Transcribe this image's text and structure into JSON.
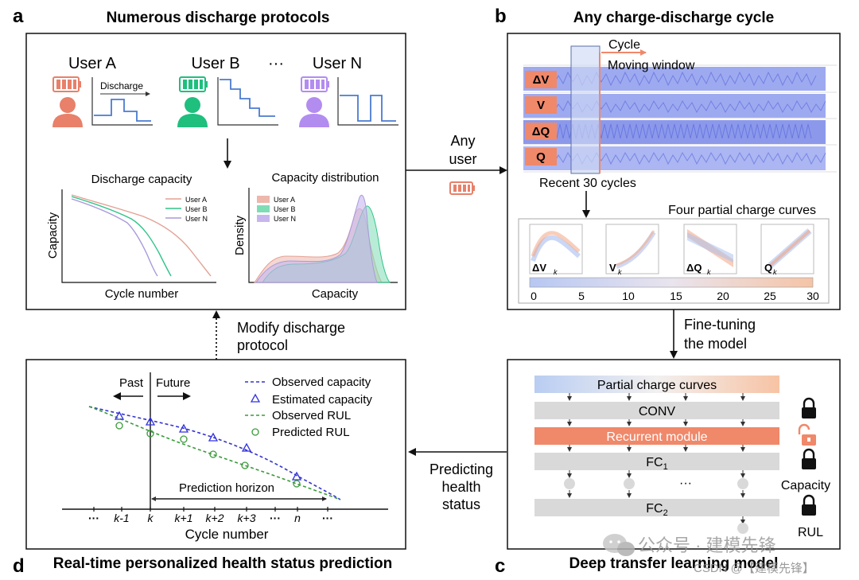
{
  "panels": {
    "a": {
      "letter": "a",
      "title": "Numerous discharge protocols"
    },
    "b": {
      "letter": "b",
      "title": "Any charge-discharge cycle"
    },
    "c": {
      "letter": "c",
      "title": "Deep transfer learning model"
    },
    "d": {
      "letter": "d",
      "title": "Real-time personalized health status prediction"
    }
  },
  "users": [
    {
      "name": "User A",
      "color": "#E8806A"
    },
    {
      "name": "User B",
      "color": "#1FBF7E"
    },
    {
      "name": "User N",
      "color": "#B38CF0"
    }
  ],
  "user_ellipsis": "···",
  "discharge_label": "Discharge",
  "flow_labels": {
    "any_user": [
      "Any",
      "user"
    ],
    "fine_tuning": [
      "Fine-tuning",
      "the model"
    ],
    "predicting": [
      "Predicting",
      "health",
      "status"
    ],
    "modify": [
      "Modify discharge",
      "protocol"
    ]
  },
  "discharge_capacity_chart": {
    "title": "Discharge capacity",
    "xlabel": "Cycle number",
    "ylabel": "Capacity",
    "legend": [
      "User A",
      "User B",
      "User N"
    ]
  },
  "capacity_distribution_chart": {
    "title": "Capacity distribution",
    "xlabel": "Capacity",
    "ylabel": "Density",
    "legend": [
      "User A",
      "User B",
      "User N"
    ]
  },
  "cycle_panel": {
    "cycle_label": "Cycle",
    "window_label": "Moving window",
    "features": [
      "ΔV",
      "V",
      "ΔQ",
      "Q"
    ],
    "recent_label": "Recent 30 cycles",
    "four_curves_label": "Four partial charge curves",
    "curve_labels": [
      "ΔV",
      "V",
      "ΔQ",
      "Q"
    ],
    "curve_subscript": "k",
    "colorbar_ticks": [
      "0",
      "5",
      "10",
      "15",
      "20",
      "25",
      "30"
    ]
  },
  "model": {
    "partial_label": "Partial charge curves",
    "conv_label": "CONV",
    "recurrent_label": "Recurrent  module",
    "fc1_label": "FC",
    "fc1_sub": "1",
    "fc2_label": "FC",
    "fc2_sub": "2",
    "dots": "···",
    "capacity_label": "Capacity",
    "rul_label": "RUL",
    "lock_states": [
      "locked",
      "unlocked",
      "locked",
      "locked"
    ]
  },
  "prediction_chart": {
    "past_label": "Past",
    "future_label": "Future",
    "legend": [
      "Observed capacity",
      "Estimated capacity",
      "Observed RUL",
      "Predicted RUL"
    ],
    "horizon_label": "Prediction horizon",
    "xlabel": "Cycle number",
    "ticks": [
      "···",
      "k-1",
      "k",
      "k+1",
      "k+2",
      "k+3",
      "···",
      "n",
      "···"
    ]
  },
  "watermark": {
    "text": "公众号 · 建模先锋",
    "sub": "CSDN @【建模先锋】"
  },
  "colors": {
    "userA": "#E8806A",
    "userB": "#1FBF7E",
    "userN": "#B38CF0",
    "observed_capacity": "#3333CC",
    "estimated_capacity": "#3333DD",
    "observed_rul": "#3A9A3A",
    "predicted_rul": "#3A9A3A",
    "coral": "#F0886A",
    "gray_layer": "#D9D9D9"
  }
}
